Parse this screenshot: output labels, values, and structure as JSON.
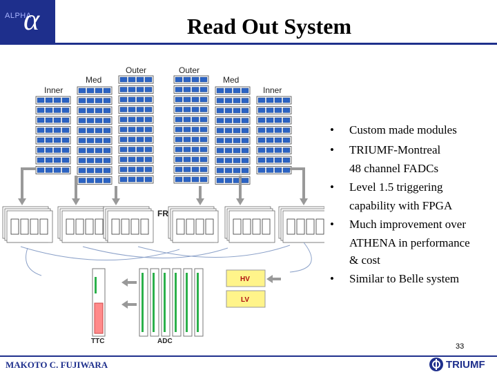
{
  "header": {
    "logo_text": "ALPHA",
    "logo_symbol": "α",
    "title": "Read Out System"
  },
  "diagram": {
    "labels": {
      "inner_left": "Inner",
      "med_left": "Med",
      "outer_left": "Outer",
      "outer_right": "Outer",
      "med_right": "Med",
      "inner_right": "Inner",
      "frc": "FRC",
      "hv": "HV",
      "lv": "LV",
      "ttc": "TTC",
      "adc": "ADC"
    }
  },
  "bullets": [
    {
      "lines": [
        "Custom made modules"
      ]
    },
    {
      "lines": [
        "TRIUMF-Montreal",
        "48 channel FADCs"
      ]
    },
    {
      "lines": [
        "Level 1.5 triggering",
        "capability with FPGA"
      ]
    },
    {
      "lines": [
        "Much improvement over",
        "ATHENA in performance",
        "& cost"
      ]
    },
    {
      "lines": [
        "Similar to Belle system"
      ]
    }
  ],
  "page_number": "33",
  "footer": {
    "author": "MAKOTO C. FUJIWARA",
    "org": "TRIUMF"
  },
  "colors": {
    "accent": "#1e2f8c",
    "module_blue": "#2b63c4",
    "hv_lv_label": "#b01010"
  }
}
